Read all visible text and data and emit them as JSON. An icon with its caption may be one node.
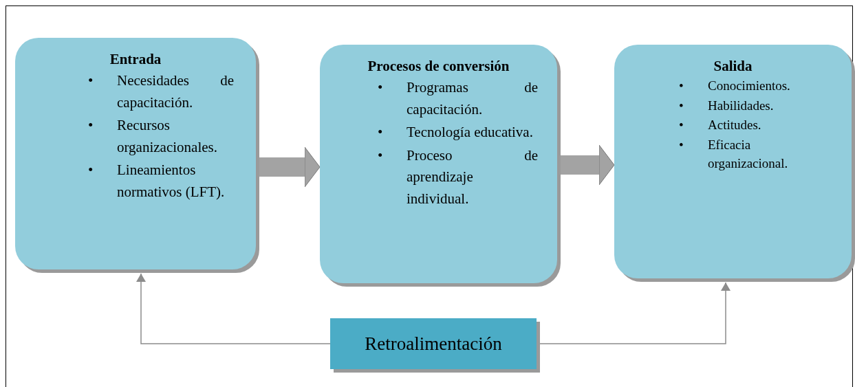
{
  "diagram": {
    "nodes": [
      {
        "text": [
          "Entrada",
          "•",
          "Necesidades de capacitación.",
          "•",
          "Recursos organizacionales.",
          "•",
          "Lineamientos normativos (LFT)."
        ]
      },
      {
        "text": [
          "Procesos de conversión",
          "•",
          "Programas de capacitación.",
          "•",
          "Tecnología educativa.",
          "•",
          "Proceso de aprendizaje individual."
        ]
      },
      {
        "text": [
          "Salida",
          "•",
          "Conocimientos.",
          "•",
          "Habilidades.",
          "•",
          "Actitudes.",
          "•",
          "Eficacia organizacional."
        ]
      },
      {
        "text": [
          "Retroalimentación"
        ]
      }
    ],
    "edges": [
      {
        "from": 0,
        "to": 1,
        "arrow": "to",
        "style": "thick"
      },
      {
        "from": 1,
        "to": 2,
        "arrow": "to",
        "style": "thick"
      },
      {
        "from": 3,
        "to": 0,
        "arrow": "to"
      },
      {
        "from": 3,
        "to": 2,
        "arrow": "to"
      }
    ]
  }
}
